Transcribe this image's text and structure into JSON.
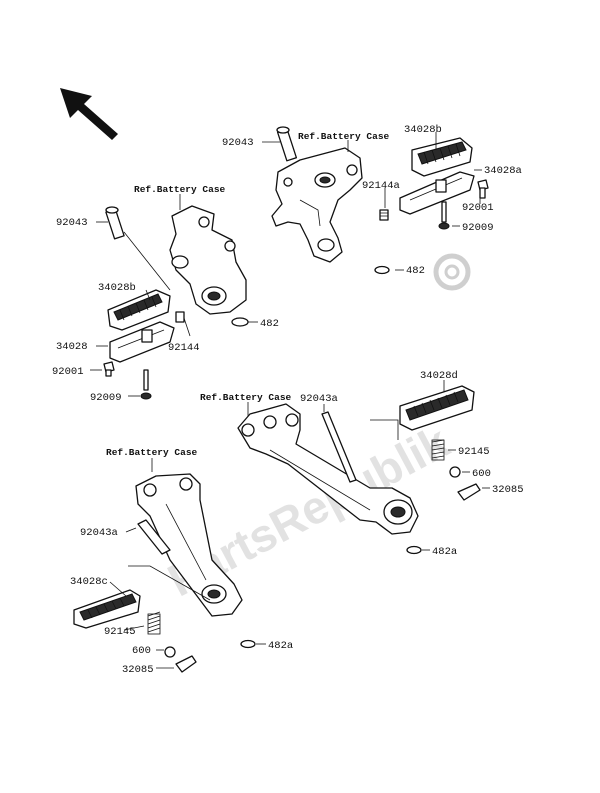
{
  "watermark": "PartsRepublik",
  "labels": {
    "ref_battery_case_1": "Ref.Battery Case",
    "ref_battery_case_2": "Ref.Battery Case",
    "ref_battery_case_3": "Ref.Battery Case",
    "ref_battery_case_4": "Ref.Battery Case",
    "p92043_a": "92043",
    "p92043_b": "92043",
    "p92043a_a": "92043a",
    "p92043a_b": "92043a",
    "p34028b_a": "34028b",
    "p34028b_b": "34028b",
    "p34028a": "34028a",
    "p34028": "34028",
    "p34028c": "34028c",
    "p34028d": "34028d",
    "p92144": "92144",
    "p92144a": "92144a",
    "p482_a": "482",
    "p482_b": "482",
    "p482a_a": "482a",
    "p482a_b": "482a",
    "p92001_a": "92001",
    "p92001_b": "92001",
    "p92009_a": "92009",
    "p92009_b": "92009",
    "p92145_a": "92145",
    "p92145_b": "92145",
    "p600_a": "600",
    "p600_b": "600",
    "p32085_a": "32085",
    "p32085_b": "32085"
  },
  "icons": {
    "direction_arrow": "direction-arrow-icon",
    "gear": "gear-icon"
  }
}
